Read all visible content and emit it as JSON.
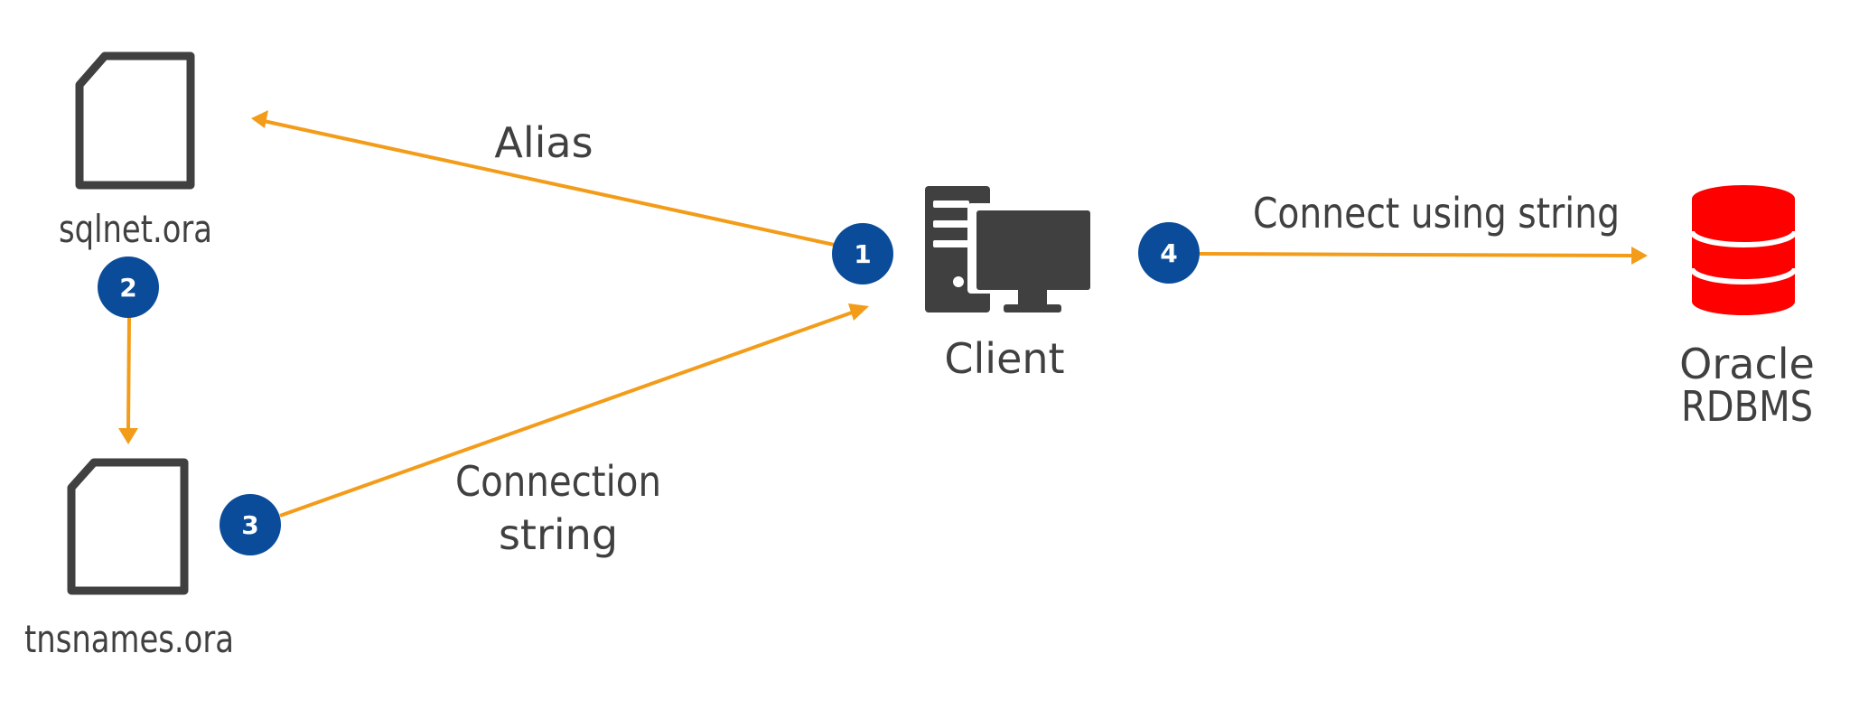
{
  "nodes": {
    "sqlnet": {
      "label": "sqlnet.ora"
    },
    "tnsnames": {
      "label": "tnsnames.ora"
    },
    "client": {
      "label": "Client"
    },
    "oracle": {
      "label_line1": "Oracle",
      "label_line2": "RDBMS"
    }
  },
  "edges": {
    "alias": {
      "label": "Alias"
    },
    "connection_string": {
      "label_line1": "Connection",
      "label_line2": "string"
    },
    "connect_using": {
      "label": "Connect using string"
    }
  },
  "steps": [
    "1",
    "2",
    "3",
    "4"
  ],
  "colors": {
    "arrow": "#F39C19",
    "badge": "#0B4C9A",
    "icon": "#404040",
    "database": "#FF0000",
    "text": "#404040"
  },
  "icons": {
    "sqlnet": "document-icon",
    "tnsnames": "document-icon",
    "client": "desktop-computer-icon",
    "oracle": "database-icon"
  }
}
